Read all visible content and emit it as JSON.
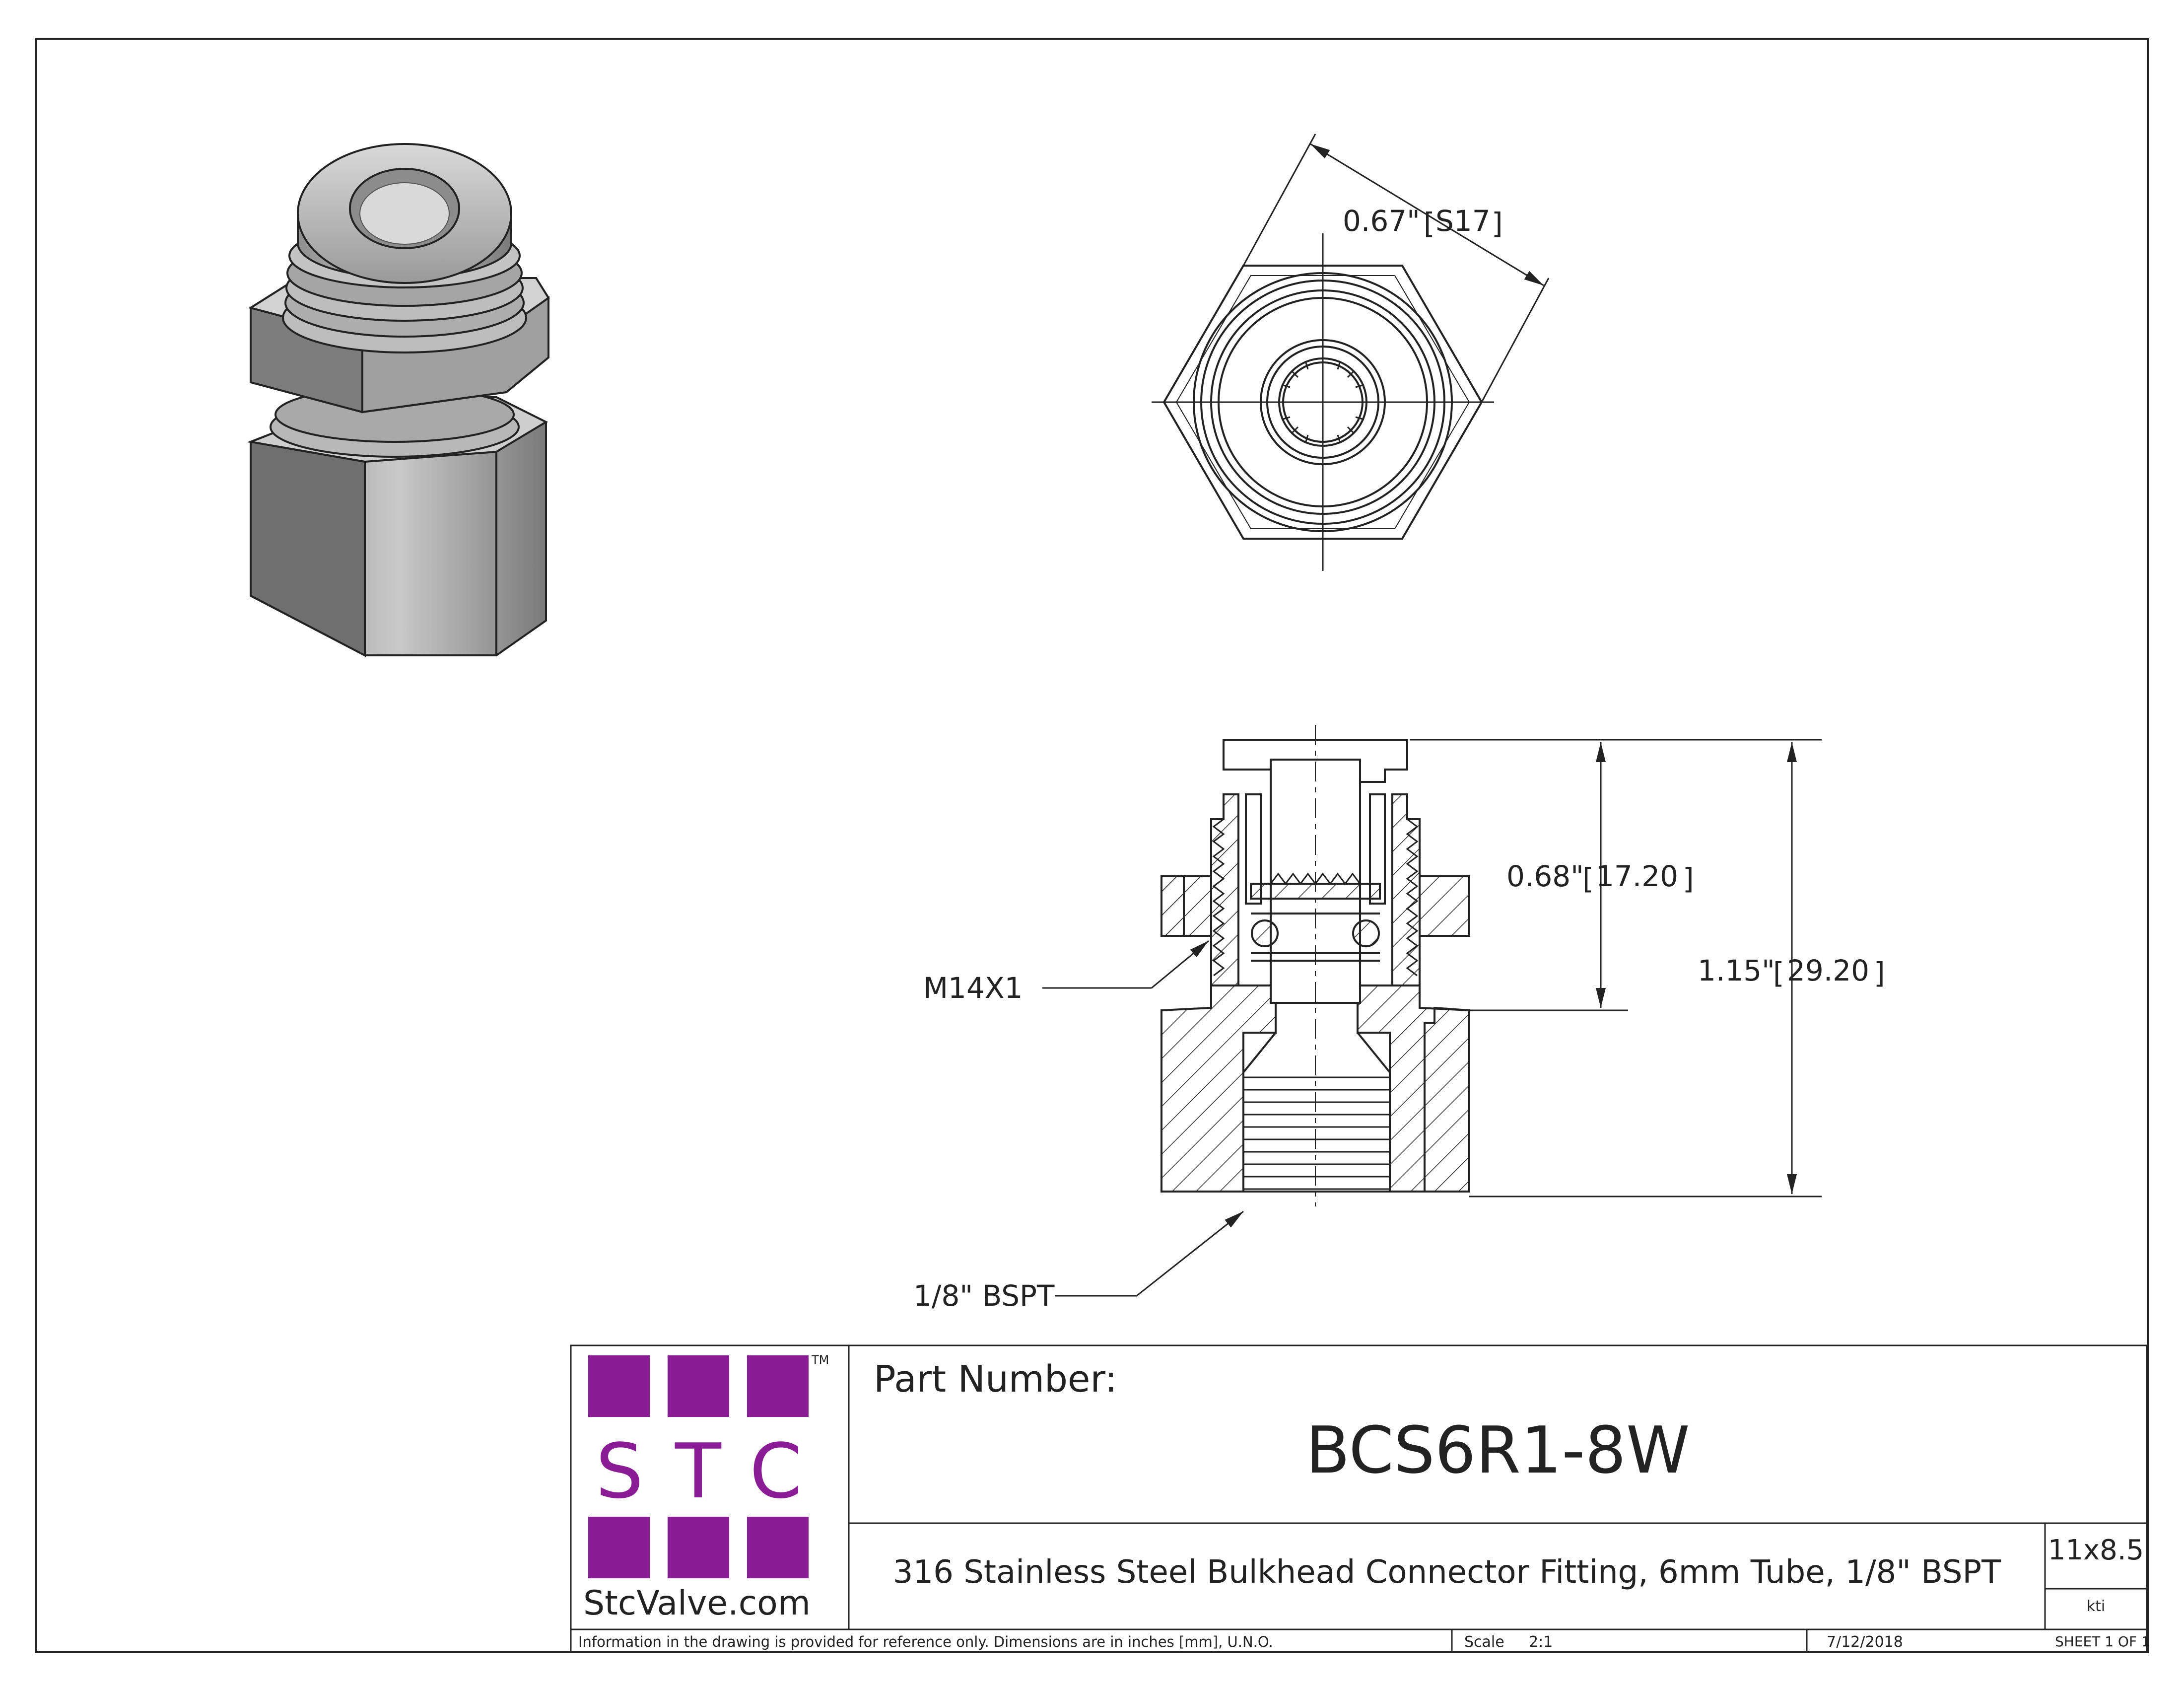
{
  "drawing": {
    "dimensions": {
      "hex_width_in": "0.67\"",
      "hex_width_mm": "S17",
      "upper_height_in": "0.68\"",
      "upper_height_mm": "17.20",
      "overall_height_in": "1.15\"",
      "overall_height_mm": "29.20"
    },
    "callouts": {
      "thread_upper": "M14X1",
      "thread_lower": "1/8\" BSPT"
    }
  },
  "title_block": {
    "logo_letters": [
      "S",
      "T",
      "C"
    ],
    "logo_tm": "TM",
    "logo_site": "StcValve.com",
    "part_number_label": "Part Number:",
    "part_number": "BCS6R1-8W",
    "description": "316 Stainless Steel Bulkhead Connector Fitting, 6mm Tube, 1/8\" BSPT",
    "size": "11x8.5",
    "drawn_by": "kti",
    "disclaimer": "Information in the drawing is provided for reference only. Dimensions are in inches [mm], U.N.O.",
    "scale_label": "Scale",
    "scale_value": "2:1",
    "date": "7/12/2018",
    "sheet": "SHEET 1 OF 1"
  },
  "colors": {
    "logo_purple": "#8a1d96",
    "line": "#222222"
  }
}
